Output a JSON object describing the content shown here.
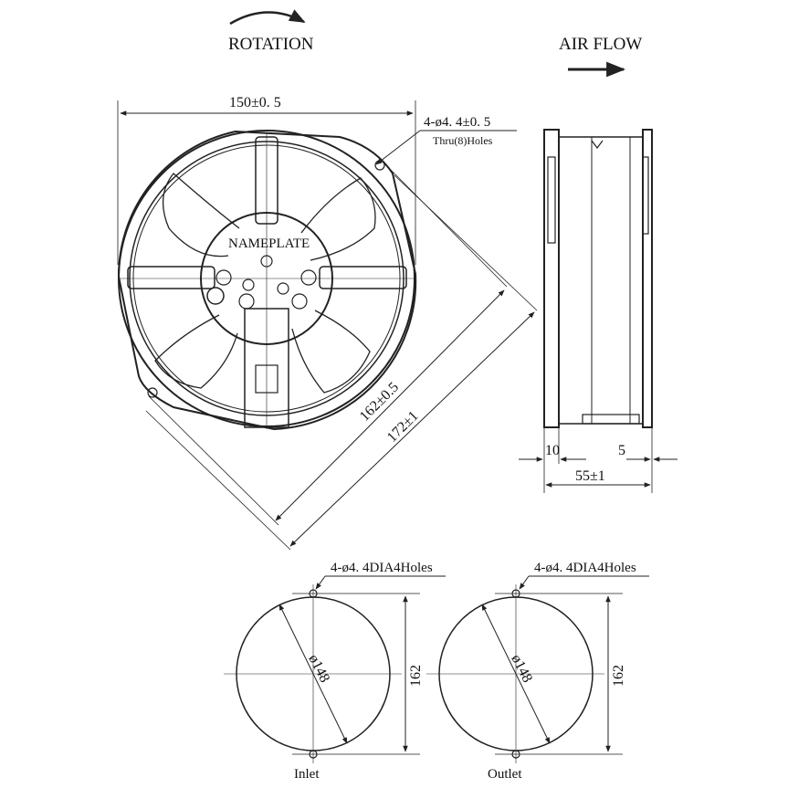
{
  "header": {
    "rotation_label": "ROTATION",
    "airflow_label": "AIR FLOW"
  },
  "front_view": {
    "width_dim": "150±0. 5",
    "hole_spec": "4-ø4. 4±0. 5",
    "hole_note": "Thru(8)Holes",
    "nameplate": "NAMEPLATE",
    "inner_diag_dim": "162±0.5",
    "outer_diag_dim": "172±1"
  },
  "side_view": {
    "left_dim": "10",
    "right_dim": "5",
    "depth_dim": "55±1"
  },
  "inlet": {
    "hole_spec": "4-ø4. 4DIA4Holes",
    "diameter": "ø148",
    "height": "162",
    "caption": "Inlet"
  },
  "outlet": {
    "hole_spec": "4-ø4. 4DIA4Holes",
    "diameter": "ø148",
    "height": "162",
    "caption": "Outlet"
  }
}
